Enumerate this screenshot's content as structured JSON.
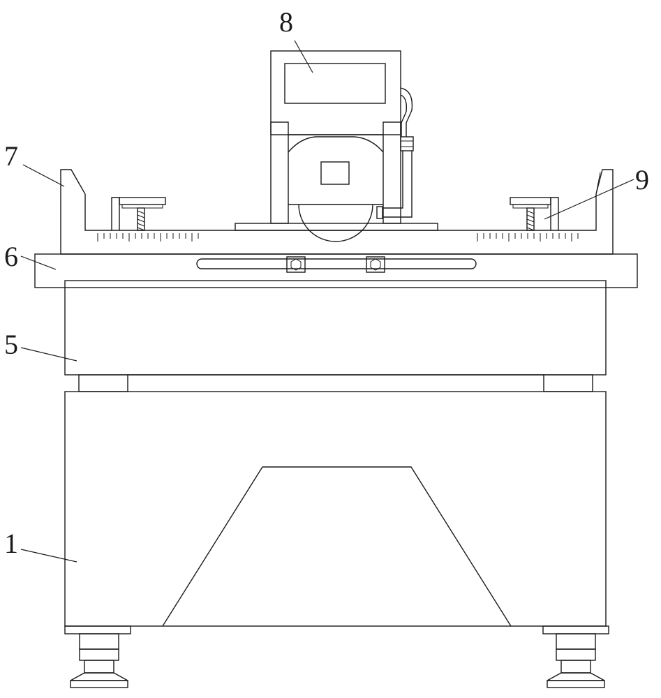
{
  "labels": {
    "base": "1",
    "table_body": "5",
    "guide_plate": "6",
    "side_fence": "7",
    "cutting_head": "8",
    "clamp": "9"
  },
  "colors": {
    "line": "#1a1a1a",
    "background": "#ffffff"
  }
}
